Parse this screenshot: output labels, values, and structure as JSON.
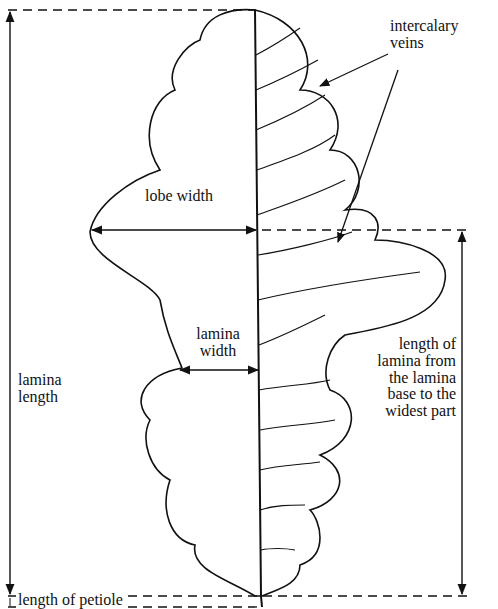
{
  "diagram": {
    "labels": [
      "intercalary veins",
      "lobe width",
      "lamina width",
      "lamina length",
      "length of lamina from the lamina base to the widest part",
      "length of petiole"
    ]
  }
}
